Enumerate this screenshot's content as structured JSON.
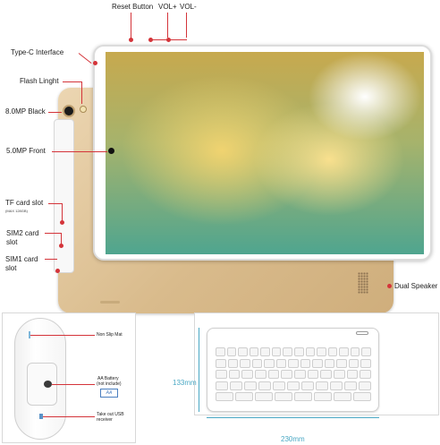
{
  "labels": {
    "reset_button": "Reset Button",
    "vol_up": "VOL+",
    "vol_down": "VOL-",
    "type_c": "Type-C Interface",
    "flash": "Flash Linght",
    "rear_cam": "8.0MP Black",
    "front_cam": "5.0MP Front",
    "tf_slot": "TF card slot",
    "tf_slot_note": "(MAX 128GB)",
    "sim2": "SIM2 card slot",
    "sim1": "SIM1 card slot",
    "dual_speaker": "Dual Speaker"
  },
  "mouse_labels": {
    "non_slip": "Non Slip Mat",
    "aa_battery": "AA Battery",
    "aa_note": "(not include)",
    "usb": "Take out USB receiver"
  },
  "keyboard_dims": {
    "height": "133mm",
    "width": "230mm"
  },
  "colors": {
    "accent": "#d4343a",
    "gold": "#d9bb8c",
    "dimension": "#4aa8c4"
  }
}
